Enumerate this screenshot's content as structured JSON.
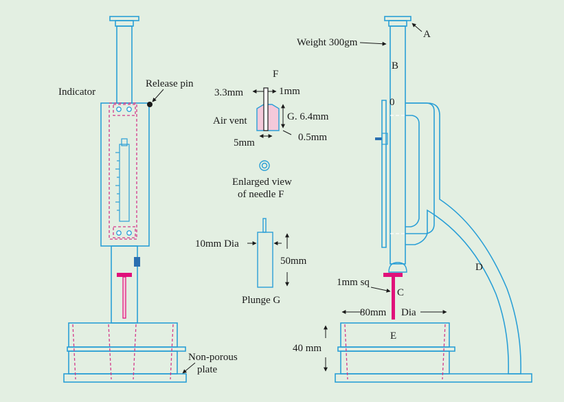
{
  "colors": {
    "background": "#e3efe2",
    "outline": "#2a9fd6",
    "dashed": "#d4378a",
    "needle": "#e0107a",
    "knob": "#2a6fb0",
    "tip_fill": "#f4c9da"
  },
  "labels": {
    "indicator": "Indicator",
    "release_pin": "Release pin",
    "non_porous": "Non-porous",
    "plate": "plate",
    "needle_f": "F",
    "dim_3_3": "3.3mm",
    "dim_1": "1mm",
    "g_6_4": "G. 6.4mm",
    "air_vent": "Air vent",
    "dim_0_5": "0.5mm",
    "dim_5": "5mm",
    "enlarged_1": "Enlarged view",
    "enlarged_2": "of needle F",
    "dia_10": "10mm Dia",
    "len_50": "50mm",
    "plunger": "Plunge  G",
    "weight": "Weight 300gm",
    "a": "A",
    "b": "B",
    "zero": "0",
    "d": "D",
    "sq_1": "1mm sq",
    "c": "C",
    "dia_80_left": "80mm",
    "dia_80_right": "Dia",
    "e": "E",
    "h_40": "40 mm"
  }
}
